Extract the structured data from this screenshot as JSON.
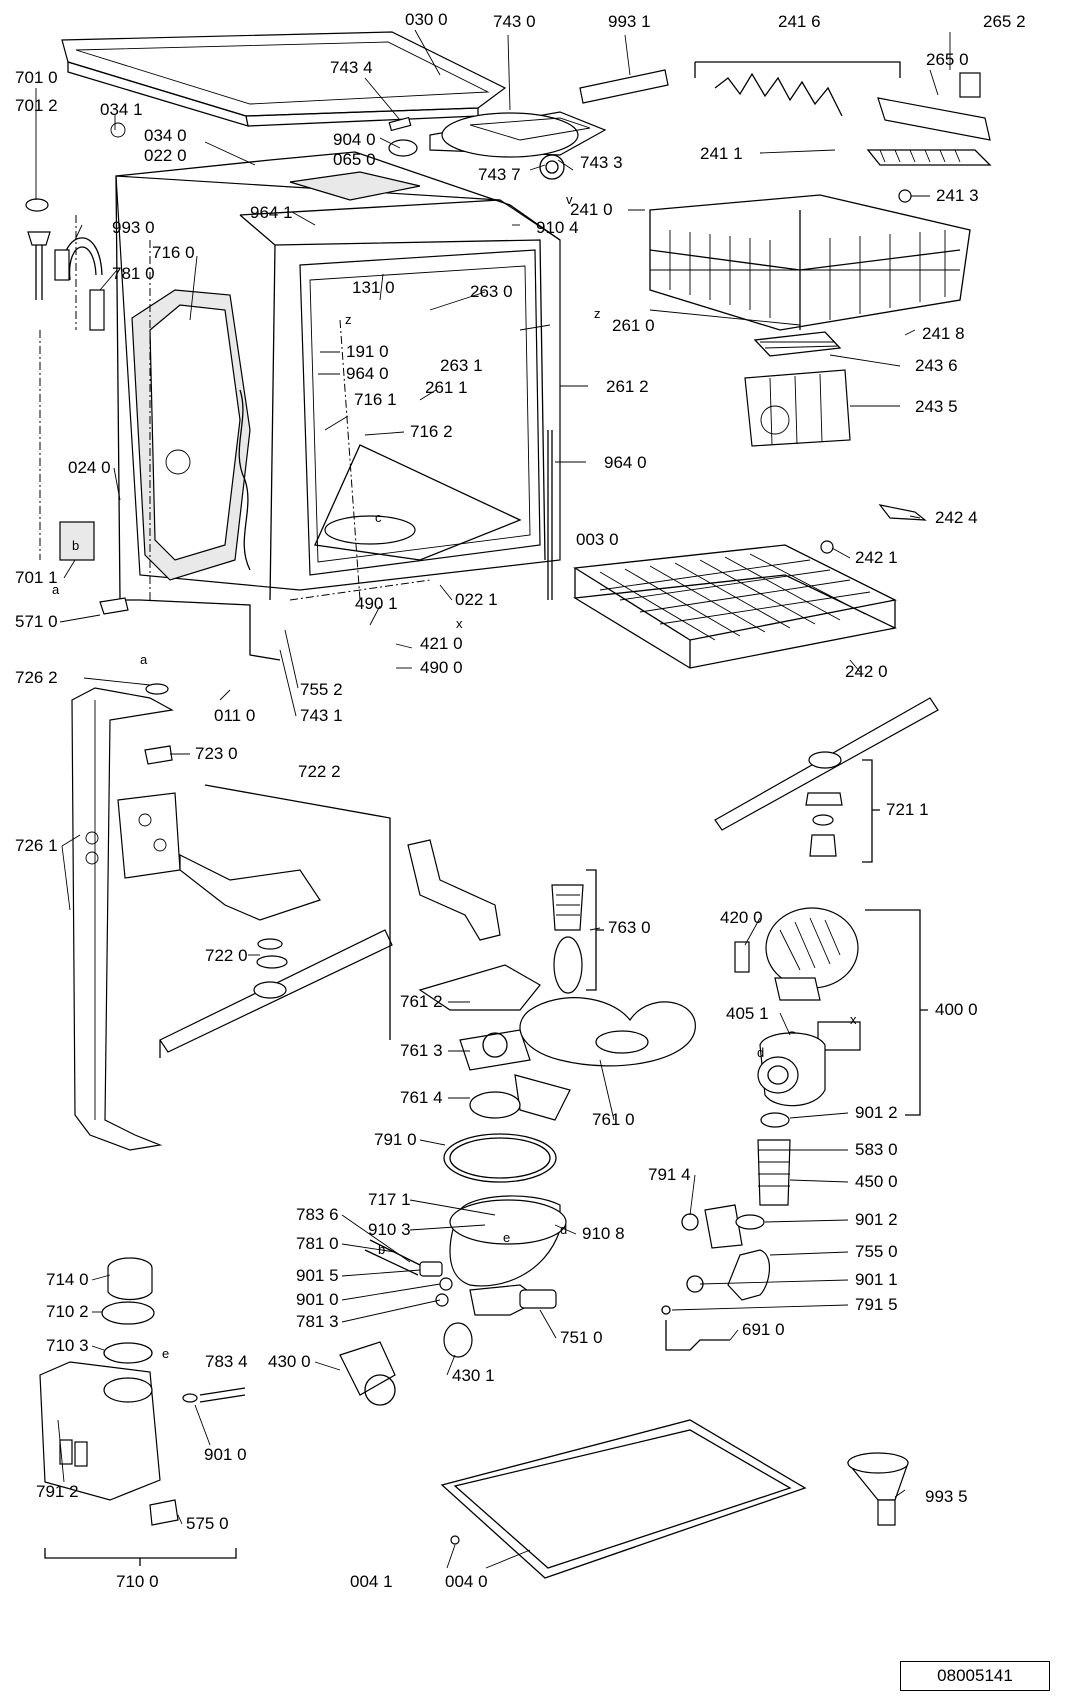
{
  "document_id": "08005141",
  "part_numbers": [
    "030 0",
    "743 0",
    "993 1",
    "241 6",
    "265 2",
    "265 0",
    "701 0",
    "701 2",
    "034 1",
    "743 4",
    "034 0",
    "022 0",
    "904 0",
    "065 0",
    "743 7",
    "743 3",
    "241 1",
    "241 3",
    "993 0",
    "964 1",
    "910 4",
    "241 0",
    "716 0",
    "781 0",
    "131 0",
    "263 0",
    "261 0",
    "241 8",
    "243 6",
    "191 0",
    "964 0",
    "263 1",
    "261 1",
    "261 2",
    "243 5",
    "716 1",
    "716 2",
    "964 0",
    "024 0",
    "242 4",
    "003 0",
    "242 1",
    "701 1",
    "490 1",
    "571 0",
    "022 1",
    "421 0",
    "490 0",
    "242 0",
    "726 2",
    "755 2",
    "011 0",
    "743 1",
    "723 0",
    "722 2",
    "721 1",
    "726 1",
    "763 0",
    "420 0",
    "400 0",
    "722 0",
    "761 2",
    "405 1",
    "761 3",
    "761 4",
    "761 0",
    "901 2",
    "791 0",
    "583 0",
    "791 4",
    "450 0",
    "717 1",
    "910 3",
    "910 8",
    "783 6",
    "901 2",
    "781 0",
    "755 0",
    "901 5",
    "901 1",
    "901 0",
    "791 5",
    "781 3",
    "751 0",
    "691 0",
    "714 0",
    "710 2",
    "710 3",
    "783 4",
    "430 0",
    "430 1",
    "901 0",
    "791 2",
    "993 5",
    "575 0",
    "004 1",
    "004 0",
    "710 0"
  ],
  "callout_letters": [
    "z",
    "z",
    "c",
    "b",
    "a",
    "a",
    "x",
    "v",
    "e",
    "d",
    "b",
    "d",
    "x",
    "e"
  ]
}
